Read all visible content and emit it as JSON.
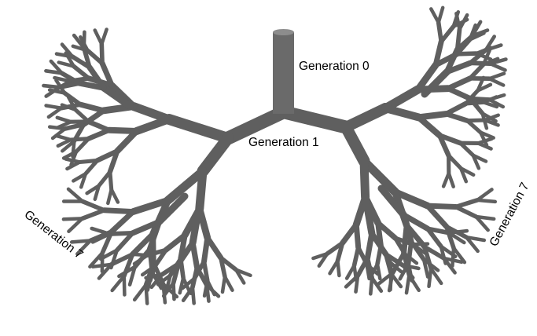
{
  "labels": {
    "gen0": "Generation 0",
    "gen1": "Generation 1",
    "gen7_left": "Generation 7",
    "gen7_right": "Generation 7"
  },
  "colors": {
    "branch": "#5f5f5f",
    "trachea_body": "#6a6a6a",
    "trachea_top": "#8d8d8d",
    "background": "#ffffff"
  },
  "tree": {
    "generations_depicted": 8,
    "root_label": "gen0",
    "first_branch_label": "gen1",
    "terminal_label": "gen7"
  }
}
